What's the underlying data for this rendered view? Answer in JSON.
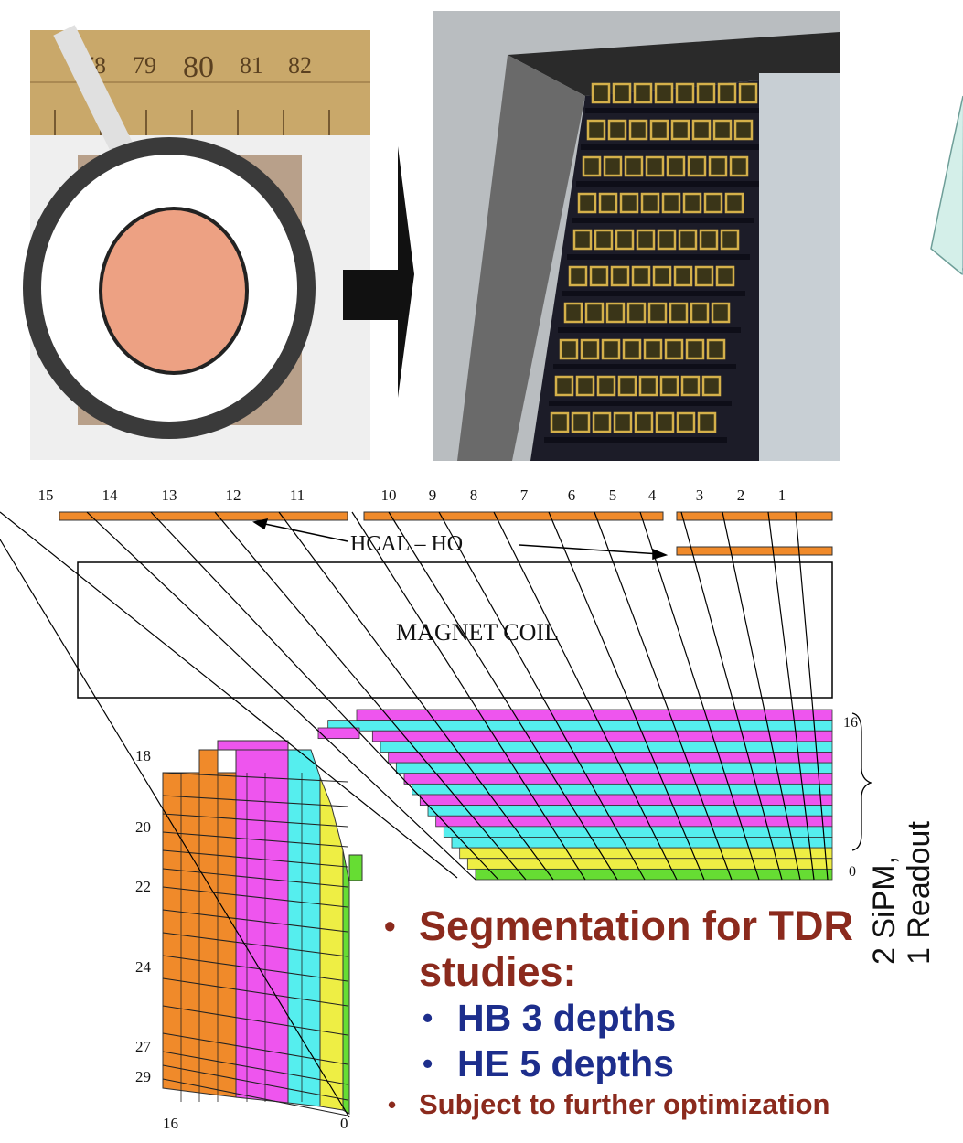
{
  "photo_left": {
    "ruler_marks": [
      "78",
      "79",
      "80",
      "81",
      "82"
    ]
  },
  "diagram": {
    "tower_numbers": [
      "15",
      "14",
      "13",
      "12",
      "11",
      "10",
      "9",
      "8",
      "7",
      "6",
      "5",
      "4",
      "3",
      "2",
      "1"
    ],
    "hcal_ho_label": "HCAL – HO",
    "magnet_label": "MAGNET  COIL",
    "he_row_labels": [
      "18",
      "20",
      "22",
      "24",
      "27",
      "29",
      "16",
      "0"
    ],
    "hb_row_labels": [
      "16",
      "0"
    ],
    "colors": {
      "orange": "#f08a2a",
      "magenta": "#ee55ee",
      "cyan": "#55eeee",
      "yellow": "#eeee44",
      "green": "#66dd33"
    }
  },
  "side_note": {
    "line1": "2 SiPM,",
    "line2": "1 Readout"
  },
  "bullets": {
    "b1": "Segmentation for TDR studies:",
    "b2a": "HB 3 depths",
    "b2b": "HE 5 depths",
    "b3": "Subject to further optimization"
  }
}
